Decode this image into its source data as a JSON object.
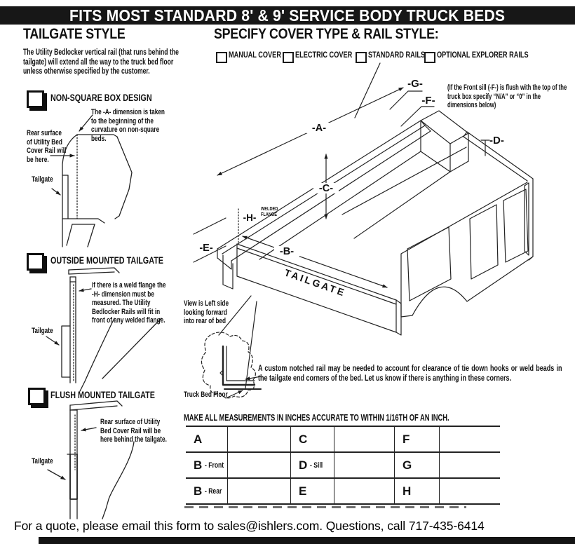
{
  "banner": {
    "title": "FITS MOST STANDARD 8' & 9' SERVICE BODY TRUCK BEDS"
  },
  "tailgate_style": {
    "heading": "TAILGATE STYLE",
    "intro": "The Utility Bedlocker vertical rail (that runs behind the tailgate) will extend all the way to the truck bed floor unless otherwise specified by the customer.",
    "sections": [
      {
        "label": "NON-SQUARE BOX DESIGN",
        "note1": "The -A- dimension is taken to the beginning of the curvature on non-square beds.",
        "note2": "Rear surface of Utility Bed Cover Rail will be here.",
        "tailgate_label": "Tailgate"
      },
      {
        "label": "OUTSIDE MOUNTED TAILGATE",
        "note1": "If there is a weld flange the -H- dimension must be measured. The Utility Bedlocker Rails will fit in front of any welded flange.",
        "tailgate_label": "Tailgate"
      },
      {
        "label": "FLUSH MOUNTED TAILGATE",
        "note1": "Rear surface of Utility Bed Cover Rail will be here behind the tailgate.",
        "tailgate_label": "Tailgate"
      }
    ]
  },
  "cover_rail": {
    "heading": "SPECIFY COVER TYPE & RAIL STYLE:",
    "options": [
      {
        "label": "MANUAL COVER"
      },
      {
        "label": "ELECTRIC COVER"
      },
      {
        "label": "STANDARD RAILS"
      },
      {
        "label": "OPTIONAL EXPLORER RAILS"
      }
    ]
  },
  "diagram": {
    "labels": {
      "a": "-A-",
      "b": "-B-",
      "c": "-C-",
      "d": "-D-",
      "e": "-E-",
      "f": "-F-",
      "g": "-G-",
      "h": "-H-"
    },
    "welded_flange": "WELDED FLANGE",
    "tailgate": "TAILGATE",
    "front_sill_note": "(If the Front sill (-F-) is flush with the top of the truck box specify “N/A” or “0” in the dimensions below)",
    "view_note": "View is Left side looking forward into rear of bed",
    "truck_bed_floor": "Truck Bed Floor",
    "notch_note": "A custom notched rail may be needed to account for clearance of tie down hooks or weld beads in the tailgate end corners of the bed. Let us know if there is anything in these corners."
  },
  "measurements": {
    "heading": "MAKE ALL MEASUREMENTS IN INCHES ACCURATE TO WITHIN 1/16TH OF AN INCH.",
    "rows": [
      {
        "c1": "A",
        "c1s": "",
        "c2": "C",
        "c2s": "",
        "c3": "F",
        "c3s": ""
      },
      {
        "c1": "B",
        "c1s": "- Front",
        "c2": "D",
        "c2s": "- Sill",
        "c3": "G",
        "c3s": ""
      },
      {
        "c1": "B",
        "c1s": "- Rear",
        "c2": "E",
        "c2s": "",
        "c3": "H",
        "c3s": ""
      }
    ]
  },
  "footer": {
    "text": "For a quote, please email this form to sales@ishlers.com.  Questions, call 717-435-6414"
  }
}
